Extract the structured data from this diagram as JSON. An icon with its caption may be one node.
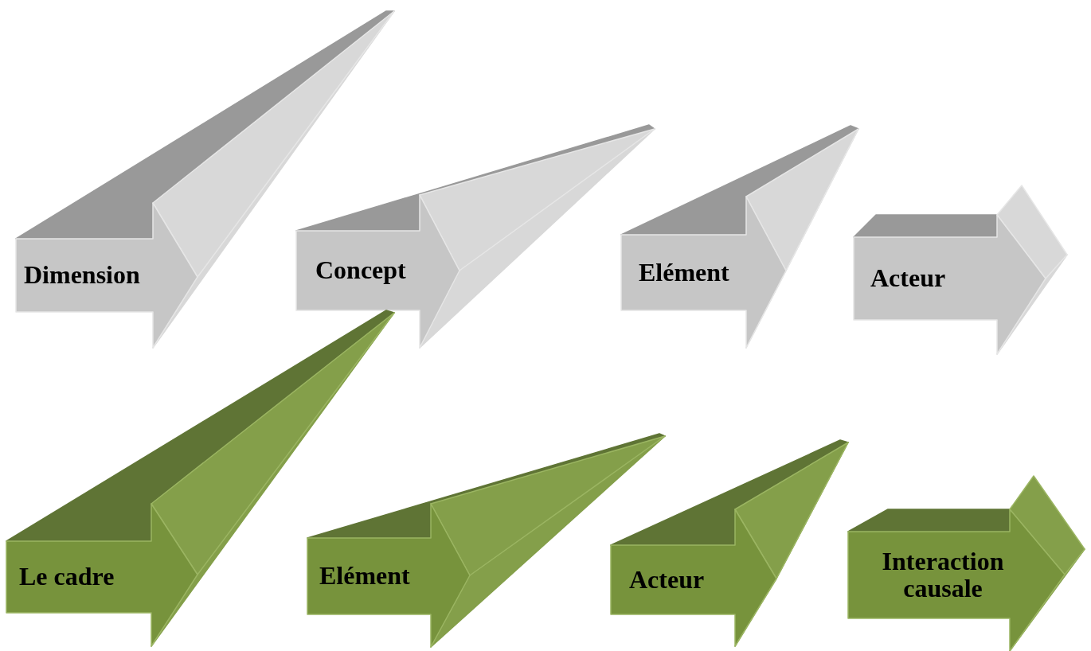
{
  "diagram": {
    "nodes": [
      {
        "text": [
          "Dimension"
        ]
      },
      {
        "text": [
          "Concept"
        ]
      },
      {
        "text": [
          "Elément"
        ]
      },
      {
        "text": [
          "Acteur"
        ]
      },
      {
        "text": [
          "Le cadre"
        ]
      },
      {
        "text": [
          "Elément"
        ]
      },
      {
        "text": [
          "Acteur"
        ]
      },
      {
        "text": [
          "Interaction causale"
        ]
      }
    ]
  }
}
